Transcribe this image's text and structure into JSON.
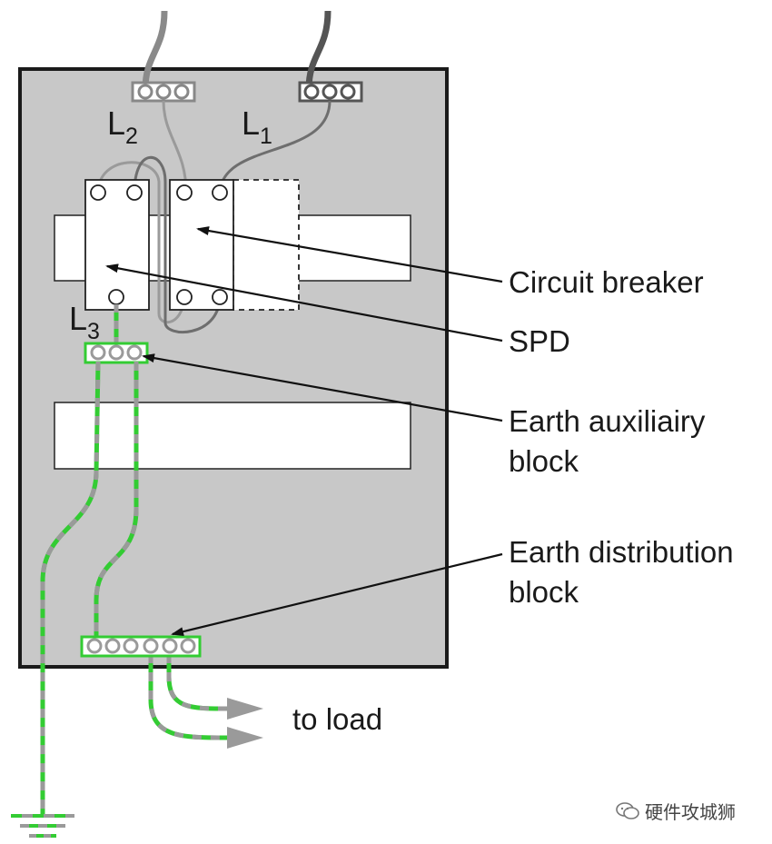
{
  "labels": {
    "l2_main": "L",
    "l2_sub": "2",
    "l1_main": "L",
    "l1_sub": "1",
    "l3_main": "L",
    "l3_sub": "3",
    "circuit_breaker": "Circuit breaker",
    "spd": "SPD",
    "earth_aux_line1": "Earth auxiliairy",
    "earth_aux_line2": "block",
    "earth_dist_line1": "Earth distribution",
    "earth_dist_line2": "block",
    "to_load": "to load"
  },
  "watermark": {
    "text": "硬件攻城狮",
    "icon": "wechat-icon"
  },
  "colors": {
    "panel": "#c8c8c8",
    "panel_border": "#1a1a1a",
    "wire_gray": "#9a9a9a",
    "wire_dark": "#6e6e6e",
    "earth_green": "#33cc33"
  }
}
